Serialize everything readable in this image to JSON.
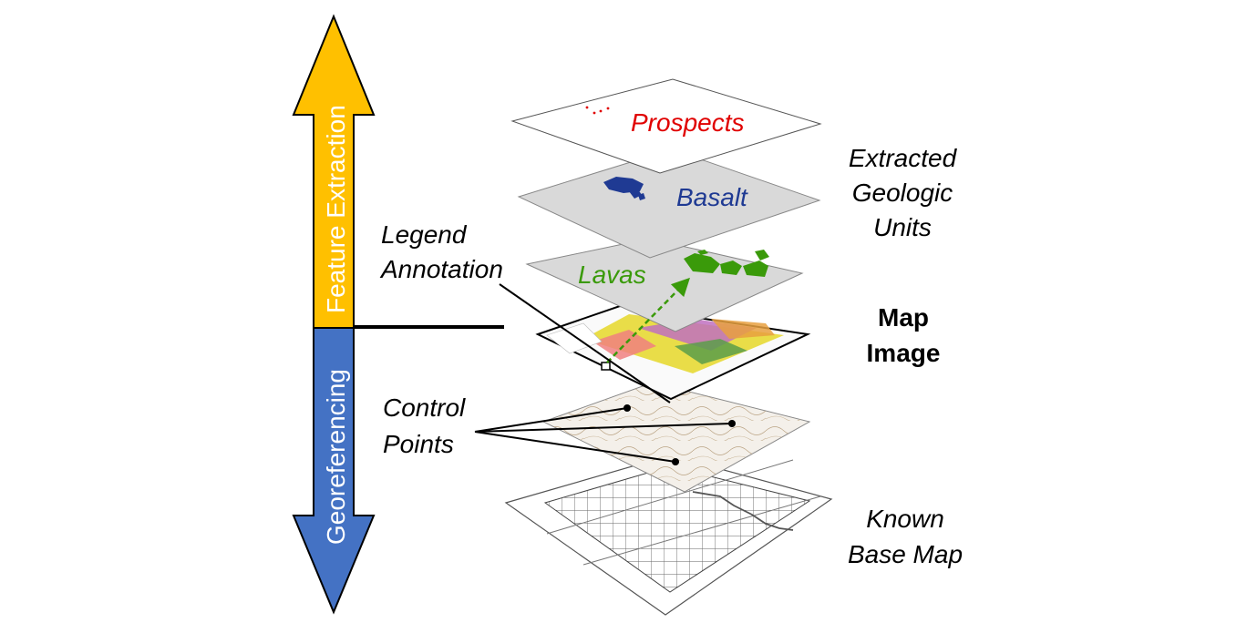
{
  "axis": {
    "upper_label": "Feature Extraction",
    "lower_label": "Georeferencing",
    "upper_color": "#FFC000",
    "lower_color": "#4472C4"
  },
  "layers": {
    "prospects": {
      "label": "Prospects",
      "color": "#E00000"
    },
    "basalt": {
      "label": "Basalt",
      "color": "#1F3A93"
    },
    "lavas": {
      "label": "Lavas",
      "color": "#3A9A0A"
    }
  },
  "labels": {
    "extracted_1": "Extracted",
    "extracted_2": "Geologic",
    "extracted_3": "Units",
    "map_image_1": "Map",
    "map_image_2": "Image",
    "base_map_1": "Known",
    "base_map_2": "Base Map",
    "legend_1": "Legend",
    "legend_2": "Annotation",
    "control_1": "Control",
    "control_2": "Points"
  }
}
